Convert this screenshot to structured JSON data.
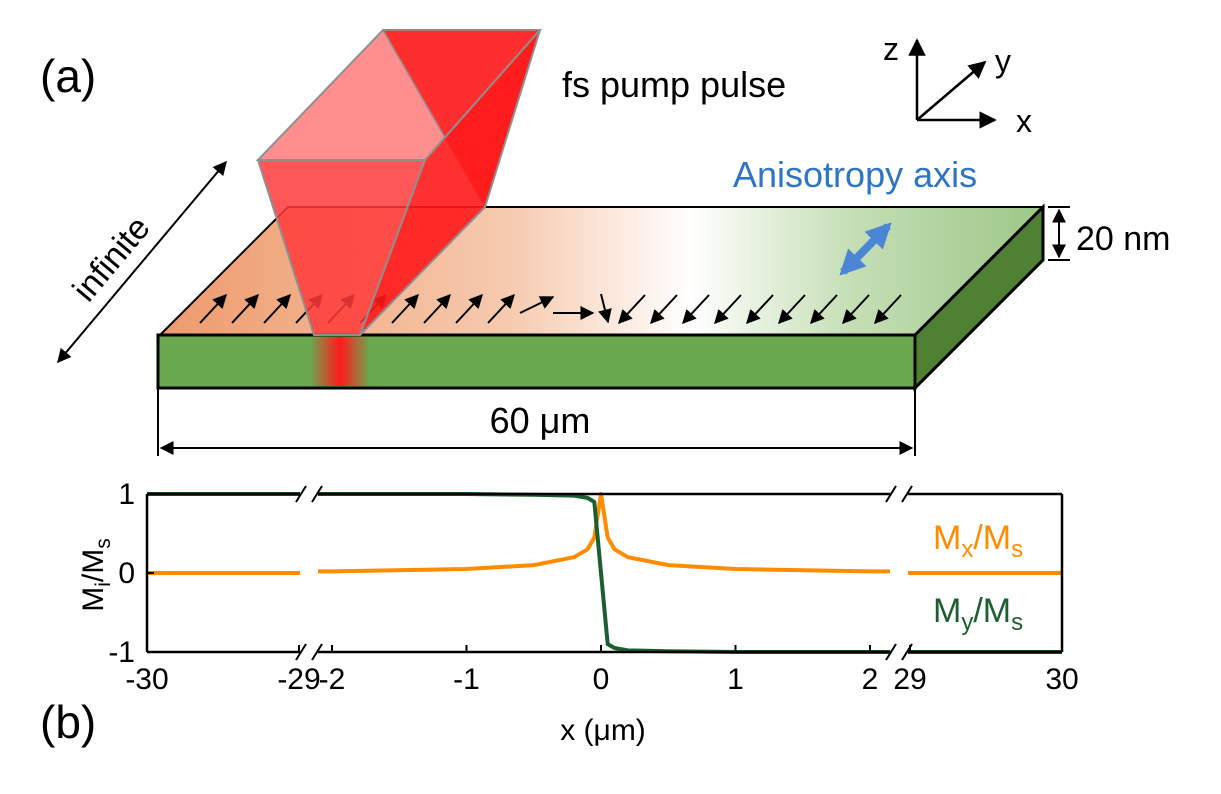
{
  "panel_a": {
    "label": "(a)",
    "pump_label": "fs pump pulse",
    "axes": {
      "z": "z",
      "y": "y",
      "x": "x"
    },
    "anisotropy_label": "Anisotropy axis",
    "thickness_label": "20 nm",
    "width_label": "infinite",
    "length_label": "60 μm",
    "colors": {
      "film_top": "#6aa84f",
      "pulse": "#ff2020",
      "anisotropy": "#4a86d4",
      "heated": "#f0a070"
    }
  },
  "panel_b": {
    "label": "(b)",
    "ylabel_main": "M",
    "ylabel_sub1": "i",
    "ylabel_mid": "/M",
    "ylabel_sub2": "s",
    "xlabel": "x (μm)",
    "series_mx": {
      "main": "M",
      "sub1": "x",
      "mid": "/M",
      "sub2": "s",
      "color": "#ff8c00"
    },
    "series_my": {
      "main": "M",
      "sub1": "y",
      "mid": "/M",
      "sub2": "s",
      "color": "#1b5e30"
    }
  },
  "chart_data": {
    "type": "line",
    "xlabel": "x (μm)",
    "ylabel": "Mi/Ms",
    "x_broken_axis": true,
    "x_tick_labels": [
      "-30",
      "-29",
      "-2",
      "-1",
      "0",
      "1",
      "2",
      "29",
      "30"
    ],
    "y_tick_labels": [
      "1",
      "0",
      "-1"
    ],
    "ylim": [
      -1,
      1
    ],
    "grid": false,
    "series": [
      {
        "name": "Mx/Ms",
        "x": [
          -30,
          -29,
          -2,
          -1,
          -0.5,
          -0.2,
          -0.1,
          -0.05,
          0,
          0.05,
          0.1,
          0.2,
          0.5,
          1,
          2,
          29,
          30
        ],
        "values": [
          0,
          0,
          0.02,
          0.05,
          0.1,
          0.2,
          0.3,
          0.45,
          1,
          0.45,
          0.3,
          0.2,
          0.1,
          0.05,
          0.02,
          0,
          0
        ]
      },
      {
        "name": "My/Ms",
        "x": [
          -30,
          -29,
          -2,
          -1,
          -0.5,
          -0.2,
          -0.1,
          -0.05,
          0,
          0.05,
          0.1,
          0.2,
          0.5,
          1,
          2,
          29,
          30
        ],
        "values": [
          1,
          1,
          1,
          1,
          0.99,
          0.98,
          0.95,
          0.9,
          0,
          -0.9,
          -0.95,
          -0.98,
          -0.99,
          -1,
          -1,
          -1,
          -1
        ]
      }
    ]
  }
}
